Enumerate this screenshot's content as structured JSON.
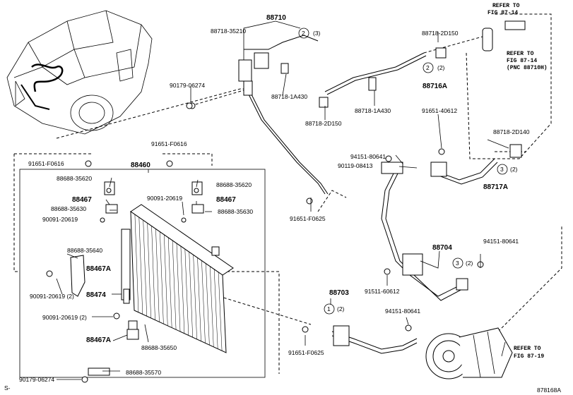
{
  "labels": {
    "p88710": "88710",
    "p88718_35210": "88718-35210",
    "c2a_num": "2",
    "c2a_qty": "(3)",
    "p90179_06274_top": "90179-06274",
    "p88718_1A430_a": "88718-1A430",
    "p88718_1A430_b": "88718-1A430",
    "p88718_2D150_a": "88718-2D150",
    "p88718_2D150_b": "88718-2D150",
    "c2b_num": "2",
    "c2b_qty": "(2)",
    "p88716A": "88716A",
    "ref1_a": "REFER TO",
    "ref1_b": "FIG 87-14",
    "ref2_a": "REFER TO",
    "ref2_b": "FIG 87-14",
    "ref2_c": "(PNC 88710H)",
    "p91651_40612": "91651-40612",
    "p88718_2D140": "88718-2D140",
    "p94151_80641_a": "94151-80641",
    "p90119_08413": "90119-08413",
    "c3a_num": "3",
    "c3a_qty": "(2)",
    "p88717A": "88717A",
    "p91651_F0616_a": "91651-F0616",
    "p91651_F0616_b": "91651-F0616",
    "p88460": "88460",
    "p88688_35620_a": "88688-35620",
    "p88688_35620_b": "88688-35620",
    "p88467_a": "88467",
    "p88467_b": "88467",
    "p90091_20619_a": "90091-20619",
    "p88688_35630_a": "88688-35630",
    "p88688_35630_b": "88688-35630",
    "p90091_20619_b": "90091-20619",
    "p91651_F0625_a": "91651-F0625",
    "p88688_35640": "88688-35640",
    "p88467A_a": "88467A",
    "p90091_20619_2a": "90091-20619 (2)",
    "p88474": "88474",
    "p90091_20619_2b": "90091-20619 (2)",
    "p88467A_b": "88467A",
    "p88688_35650": "88688-35650",
    "p90179_06274_bot": "90179-06274",
    "p88688_35570": "88688-35570",
    "p88704": "88704",
    "p94151_80641_b": "94151-80641",
    "c3b_num": "3",
    "c3b_qty": "(2)",
    "p91511_60612": "91511-60612",
    "p88703": "88703",
    "c1_num": "1",
    "c1_qty": "(2)",
    "p94151_80641_c": "94151-80641",
    "p91651_F0625_b": "91651-F0625",
    "ref3_a": "REFER TO",
    "ref3_b": "FIG 87-19",
    "corner_left": "S-",
    "diagram_id": "878168A"
  }
}
